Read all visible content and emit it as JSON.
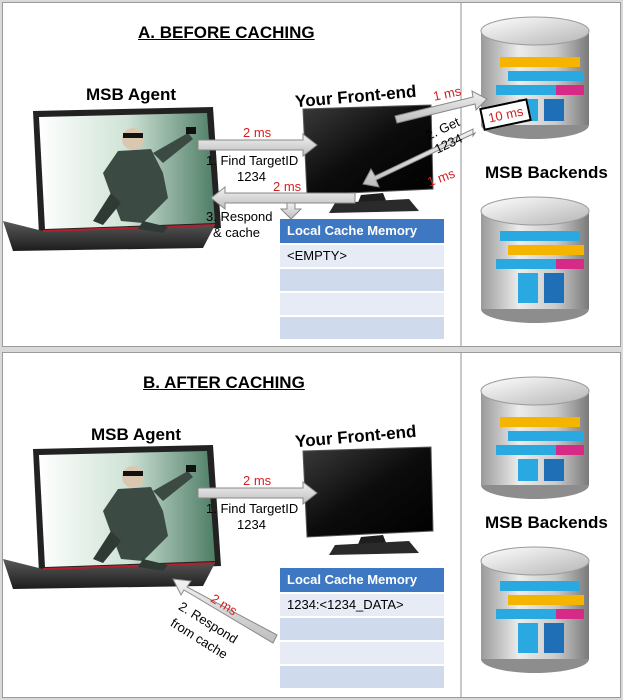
{
  "colors": {
    "latency_red": "#d62020",
    "cache_header_blue": "#3f78c2",
    "cache_row_light": "#e6ebf5",
    "cache_row_mid": "#cfdaed",
    "db_cyan": "#29a9e0",
    "db_yellow": "#f5b400",
    "db_magenta": "#d62a86"
  },
  "panel_a": {
    "title": "A. BEFORE CACHING",
    "agent_label": "MSB Agent",
    "frontend_label": "Your Front-end",
    "backends_label": "MSB Backends",
    "step1_line1": "1. Find TargetID",
    "step1_line2": "1234",
    "step1_time": "2 ms",
    "step2_line1": "2. Get",
    "step2_line2": "1234",
    "step2_time_out": "1 ms",
    "step2_time_back": "1 ms",
    "backend_time": "10 ms",
    "step3_line1": "3. Respond",
    "step3_line2": "& cache",
    "step3_time": "2 ms",
    "cache_header": "Local Cache Memory",
    "cache_rows": [
      "<EMPTY>",
      "",
      "",
      ""
    ]
  },
  "panel_b": {
    "title": "B. AFTER CACHING",
    "agent_label": "MSB Agent",
    "frontend_label": "Your Front-end",
    "backends_label": "MSB Backends",
    "step1_line1": "1. Find TargetID",
    "step1_line2": "1234",
    "step1_time": "2 ms",
    "step2_line1": "2. Respond",
    "step2_line2": "from cache",
    "step2_time": "2 ms",
    "cache_header": "Local Cache Memory",
    "cache_rows": [
      "1234:<1234_DATA>",
      "",
      "",
      ""
    ]
  }
}
